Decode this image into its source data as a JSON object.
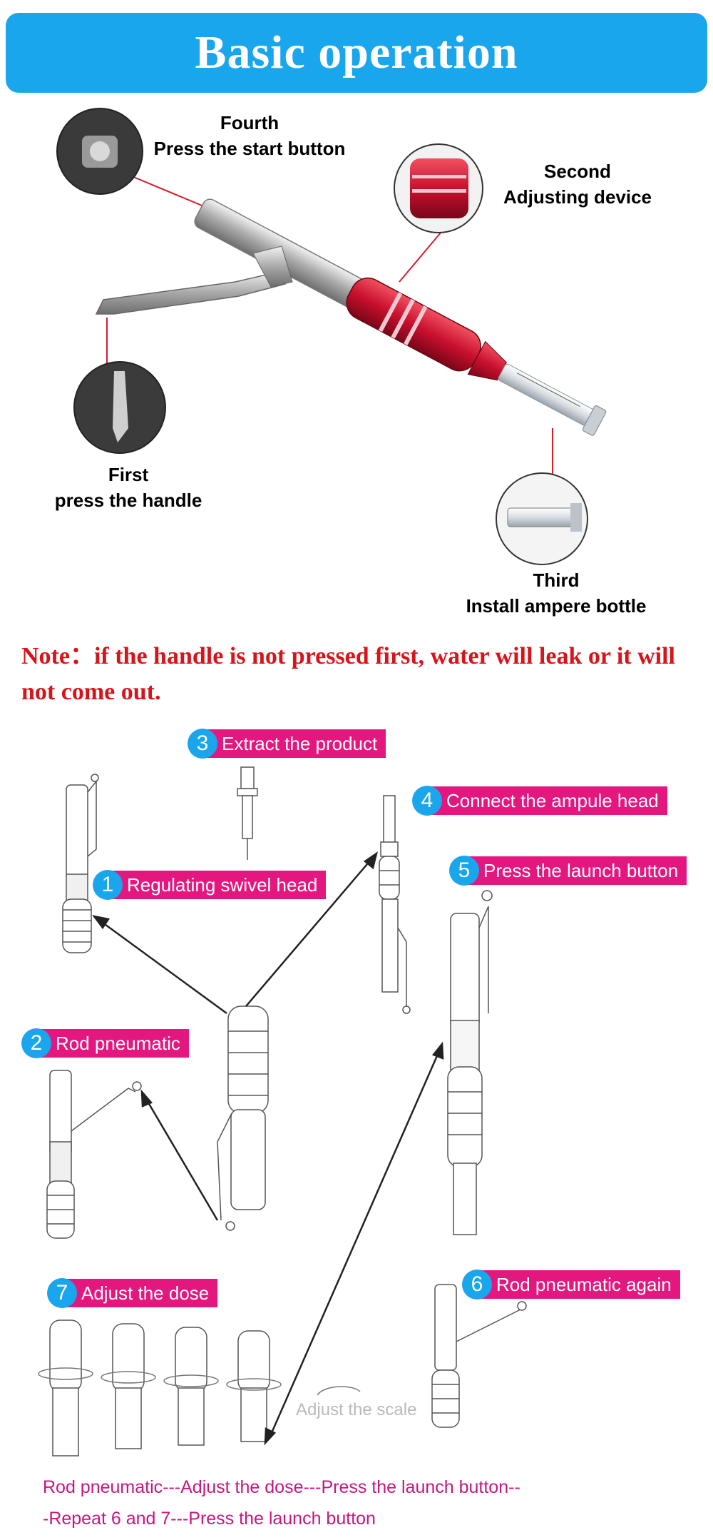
{
  "banner": {
    "title": "Basic operation"
  },
  "labels": {
    "fourth_title": "Fourth",
    "fourth_desc": "Press the start button",
    "second_title": "Second",
    "second_desc": "Adjusting device",
    "first_title": "First",
    "first_desc": "press the handle",
    "third_title": "Third",
    "third_desc": "Install ampere bottle"
  },
  "note": "Note：if the handle is not pressed first, water will leak or it will not come out.",
  "steps": [
    {
      "num": "1",
      "label": "Regulating swivel head"
    },
    {
      "num": "2",
      "label": "Rod pneumatic"
    },
    {
      "num": "3",
      "label": "Extract the product"
    },
    {
      "num": "4",
      "label": "Connect the ampule head"
    },
    {
      "num": "5",
      "label": "Press the launch button"
    },
    {
      "num": "6",
      "label": "Rod pneumatic again"
    },
    {
      "num": "7",
      "label": "Adjust the dose"
    }
  ],
  "adjust_scale": "Adjust the scale",
  "footer": {
    "line1": "Rod pneumatic---Adjust the dose---Press the launch button--",
    "line2": "-Repeat 6 and 7---Press the launch button"
  },
  "colors": {
    "banner": "#1aa6ec",
    "tag": "#e4177f",
    "note": "#d8141b",
    "device_red": "#c8102e"
  }
}
